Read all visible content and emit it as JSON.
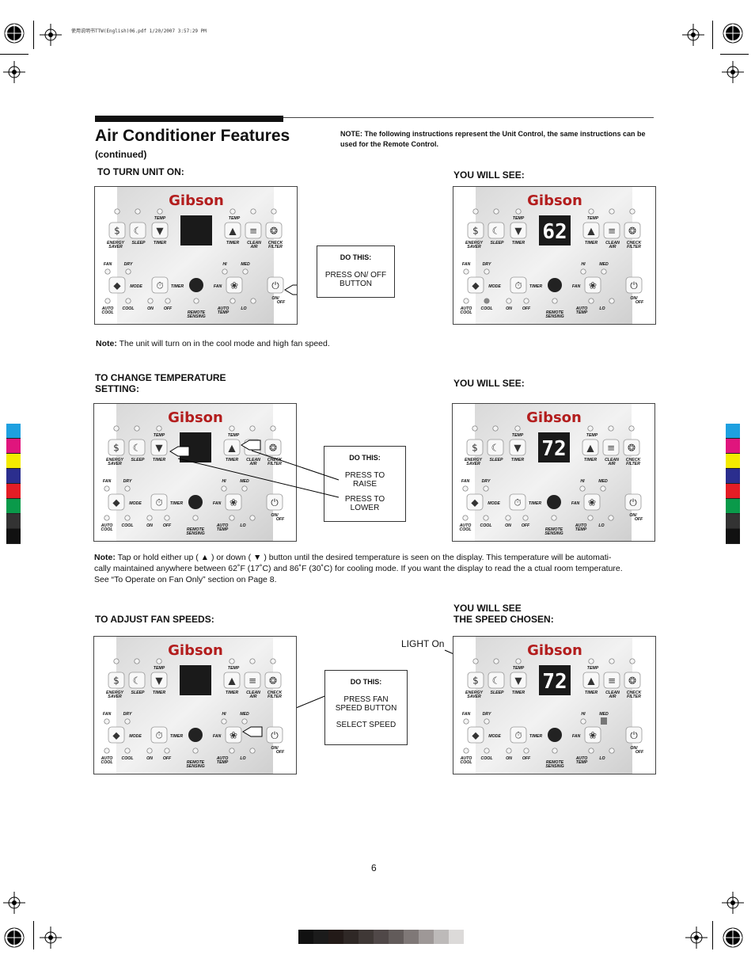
{
  "file_info": "使用说明书TTW(English)06.pdf    1/20/2007    3:57:29 PM",
  "title": "Air Conditioner Features",
  "subtitle": "(continued)",
  "note_top": "NOTE: The following instructions represent the Unit Control, the same instructions can be used for the Remote Control.",
  "sections": {
    "turn_on": {
      "heading": "TO TURN UNIT ON:",
      "you_will_see": "YOU WILL SEE:",
      "do_this": "DO THIS:",
      "action": "PRESS ON/ OFF BUTTON",
      "display": "62"
    },
    "note_cool": {
      "label": "Note:",
      "text": "The unit will turn on in the cool mode and high fan speed."
    },
    "change_temp": {
      "heading_line1": "TO CHANGE TEMPERATURE",
      "heading_line2": "SETTING:",
      "you_will_see": "YOU WILL SEE:",
      "do_this": "DO THIS:",
      "raise": "PRESS TO RAISE",
      "lower": "PRESS TO LOWER",
      "display": "72"
    },
    "note_temp": {
      "label": "Note:",
      "line1": "Tap or hold either up ( ▲ ) or down ( ▼ ) button until the desired temperature is seen on the display. This temperature will be automati-",
      "line2": "cally maintained anywhere between 62˚F (17˚C) and  86˚F  (30˚C) for cooling mode. If you want the display to read the a ctual room temperature.",
      "line3": "See “To Operate  on Fan Only” section on Page 8."
    },
    "fan_speed": {
      "heading": "TO ADJUST FAN SPEEDS:",
      "you_will_see_line1": "YOU WILL SEE",
      "you_will_see_line2": "THE SPEED CHOSEN:",
      "light_on": "LIGHT On",
      "do_this": "DO THIS:",
      "action": "PRESS FAN SPEED BUTTON",
      "select": "SELECT SPEED",
      "display": "72"
    }
  },
  "panel_labels": {
    "brand": "Gibson",
    "temp": "TEMP",
    "energy_saver": "ENERGY SAVER",
    "sleep": "SLEEP",
    "timer": "TIMER",
    "clean_air": "CLEAN AIR",
    "check_filter": "CHECK FILTER",
    "fan": "FAN",
    "dry": "DRY",
    "hi": "HI",
    "med": "MED",
    "mode": "MODE",
    "auto_cool": "AUTO COOL",
    "cool": "COOL",
    "on": "ON",
    "off": "OFF",
    "remote_sensing": "REMOTE SENSING",
    "auto_temp": "AUTO TEMP",
    "lo": "LO",
    "on_off": "ON/OFF"
  },
  "page_number": "6",
  "colors": {
    "cmyk": [
      "#1ea0e0",
      "#e0157d",
      "#f4ea00",
      "#2b2e8e",
      "#e31d25",
      "#0a9a4a",
      "#333333",
      "#111111"
    ],
    "grays": [
      "#111111",
      "#1b1b1b",
      "#231a18",
      "#2f2826",
      "#3f3836",
      "#504848",
      "#625b5a",
      "#7f7877",
      "#9e9897",
      "#bdbab9",
      "#dcdad9"
    ]
  }
}
